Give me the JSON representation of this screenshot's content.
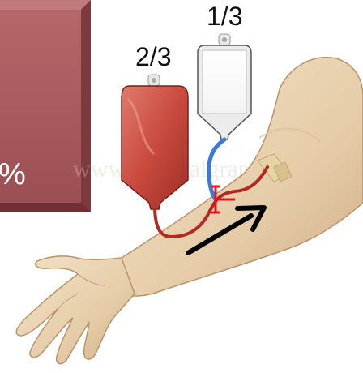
{
  "panel": {
    "visible_text": "%",
    "color": "#a85a5c"
  },
  "labels": {
    "small_bag": "1/3",
    "large_bag": "2/3"
  },
  "watermark": "www.medicalgraphics.com",
  "colors": {
    "blood": "#c0392b",
    "blue_line": "#3a7bd5",
    "red_marker": "#e8141b",
    "arrow": "#000000",
    "skin": "#e9d3b3"
  }
}
